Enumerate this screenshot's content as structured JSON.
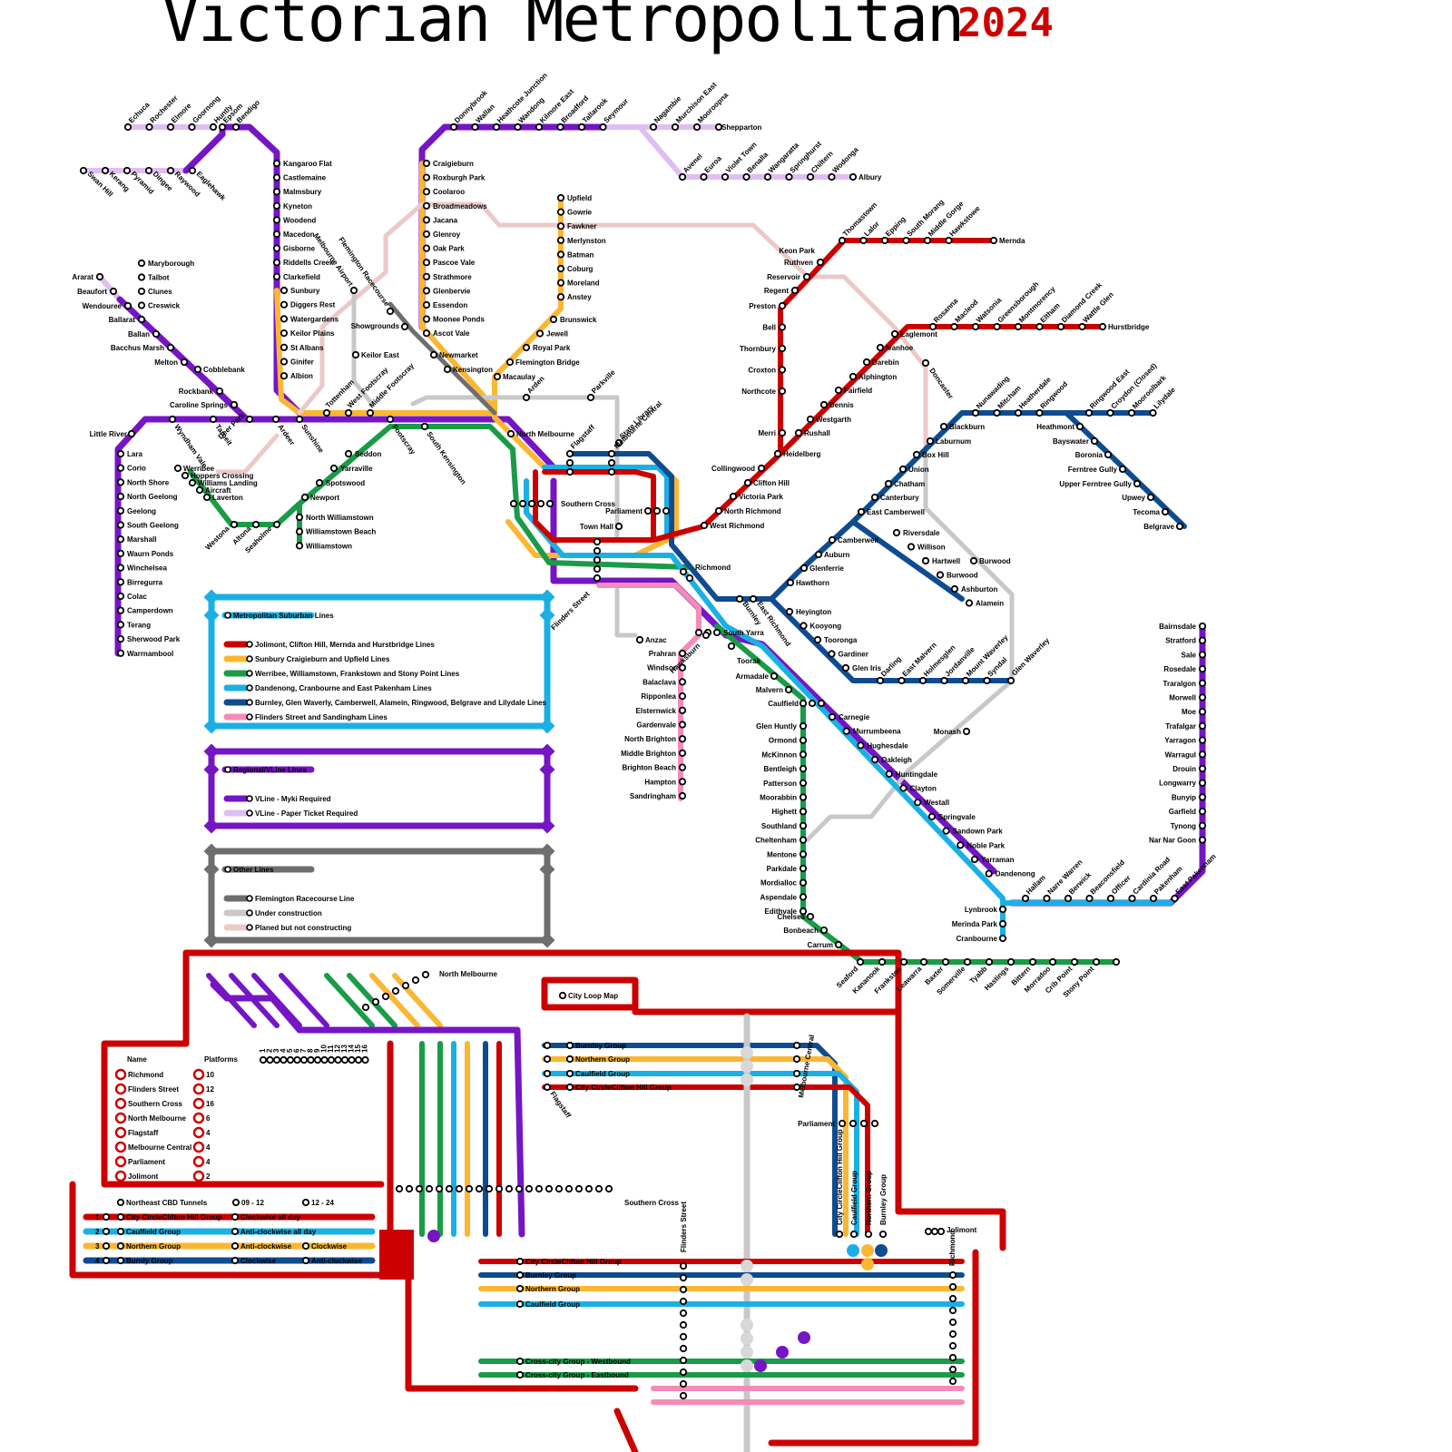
{
  "title": "Victorian Metropolitan",
  "year": "2024",
  "colors": {
    "red": "#cc0000",
    "yellow": "#fbb632",
    "green": "#1a9b47",
    "cyan": "#1bb0e3",
    "navy": "#0f4c8f",
    "pink": "#f48bb9",
    "purple": "#7515c4",
    "lilac": "#dfbff2",
    "grey": "#6e6e6e",
    "lightgrey": "#c8c8c8",
    "blush": "#ecc9c9"
  },
  "legend_metro": {
    "header": "Metropolitan Suburban Lines",
    "items": [
      {
        "label": "Jolimont, Clifton Hill, Mernda and Hurstbridge Lines",
        "color": "#cc0000"
      },
      {
        "label": "Sunbury Craigieburn and Upfield Lines",
        "color": "#fbb632"
      },
      {
        "label": "Werribee, Williamstown, Frankstown and Stony Point Lines",
        "color": "#1a9b47"
      },
      {
        "label": "Dandenong, Cranbourne and East Pakenham Lines",
        "color": "#1bb0e3"
      },
      {
        "label": "Burnley, Glen Waverly, Camberwell, Alamein, Ringwood, Belgrave and Lilydale Lines",
        "color": "#0f4c8f"
      },
      {
        "label": "Flinders Street and Sandingham Lines",
        "color": "#f48bb9"
      }
    ]
  },
  "legend_regional": {
    "header": "Regional/VLine Lines",
    "items": [
      {
        "label": "VLine - Myki Required",
        "color": "#7515c4"
      },
      {
        "label": "VLine - Paper Ticket Required",
        "color": "#dfbff2"
      }
    ]
  },
  "legend_other": {
    "header": "Other Lines",
    "items": [
      {
        "label": "Flemington Racecourse Line",
        "color": "#6e6e6e"
      },
      {
        "label": "Under construction",
        "color": "#c8c8c8"
      },
      {
        "label": "Planed but not constructing",
        "color": "#ecc9c9"
      }
    ]
  },
  "loop_map": {
    "title": "City Loop Map",
    "platforms_table": {
      "col_name": "Name",
      "col_platforms": "Platforms",
      "platform_numbers": [
        "1",
        "2",
        "3",
        "4",
        "5",
        "6",
        "7",
        "8",
        "9",
        "10",
        "11",
        "12",
        "13",
        "14",
        "15",
        "16"
      ],
      "rows": [
        {
          "name": "Richmond",
          "platforms": "10"
        },
        {
          "name": "Flinders Street",
          "platforms": "12"
        },
        {
          "name": "Southern Cross",
          "platforms": "16"
        },
        {
          "name": "North Melbourne",
          "platforms": "6"
        },
        {
          "name": "Flagstaff",
          "platforms": "4"
        },
        {
          "name": "Melbourne Central",
          "platforms": "4"
        },
        {
          "name": "Parliament",
          "platforms": "4"
        },
        {
          "name": "Jolimont",
          "platforms": "2"
        }
      ]
    },
    "tunnels_table": {
      "headers": [
        "Northeast CBD Tunnels",
        "09 - 12",
        "12 - 24"
      ],
      "rows": [
        {
          "num": "1",
          "group": "City CircleClifton Hill Group",
          "a": "Clockwise all day",
          "b": ""
        },
        {
          "num": "2",
          "group": "Caulfield Group",
          "a": "Anti-clockwise all day",
          "b": ""
        },
        {
          "num": "3",
          "group": "Northern Group",
          "a": "Anti-clockwise",
          "b": "Clockwise"
        },
        {
          "num": "4",
          "group": "Burnly Group",
          "a": "Clockwise",
          "b": "Anti-clockwise"
        }
      ]
    },
    "groups_legend": [
      "Burnley Group",
      "Northern Group",
      "Caulfield Group",
      "City CircleClifton Hill Group"
    ],
    "station_labels": {
      "north_melbourne": "North Melbourne",
      "flagstaff": "Flagstaff",
      "melbourne_central": "Melbourne Central",
      "parliament": "Parliament",
      "southern_cross": "Southern Cross",
      "flinders_street": "Flinders Street",
      "richmond": "Richmond",
      "jolimont": "Jolimont"
    },
    "vertical_labels": [
      "City CircleClifton Hill Group",
      "Caulfield Group",
      "Northern Group",
      "Burnley Group"
    ],
    "bottom_groups": [
      "City CircleClifton Hill Group",
      "Burnley Group",
      "Northern Group",
      "Caulfield Group",
      "Cross-city Group - Westbound",
      "Cross-city Group - Eastbound"
    ]
  },
  "stations": {
    "paper_north": [
      "Echuca",
      "Rochester",
      "Elmore",
      "Goornong",
      "Huntly"
    ],
    "bendigo": [
      "Epsom",
      "Bendigo"
    ],
    "swanhill": [
      "Swan Hill",
      "Kerang",
      "Pyramid",
      "Dingee",
      "Raywood",
      "Eaglehawk"
    ],
    "bendigo_line": [
      "Kangaroo Flat",
      "Castlemaine",
      "Malmsbury",
      "Kyneton",
      "Woodend",
      "Macedon",
      "Gisborne",
      "Riddells Creek",
      "Clarkefield"
    ],
    "sunbury": [
      "Sunbury",
      "Diggers Rest",
      "Watergardens",
      "Keilor Plains",
      "St Albans",
      "Ginifer",
      "Albion"
    ],
    "seymour": [
      "Donnybrook",
      "Wallan",
      "Heathcote Junction",
      "Wandong",
      "Kilmore East",
      "Broadford",
      "Tallarook",
      "Seymour"
    ],
    "shepparton": [
      "Nagambie",
      "Murchison East",
      "Mooroopna",
      "Shepparton"
    ],
    "albury": [
      "Avenel",
      "Euroa",
      "Violet Town",
      "Benalla",
      "Wangaratta",
      "Springhurst",
      "Chiltern",
      "Wodonga",
      "Albury"
    ],
    "craigieburn": [
      "Craigieburn",
      "Roxburgh Park",
      "Coolaroo",
      "Broadmeadows",
      "Jacana",
      "Glenroy",
      "Oak Park",
      "Pascoe Vale",
      "Strathmore",
      "Glenbervie",
      "Essendon",
      "Moonee Ponds",
      "Ascot Vale",
      "Newmarket",
      "Kensington"
    ],
    "upfield": [
      "Upfield",
      "Gowrie",
      "Fawkner",
      "Merlynston",
      "Batman",
      "Coburg",
      "Moreland",
      "Anstey",
      "Brunswick",
      "Jewell",
      "Royal Park",
      "Flemington Bridge",
      "Macaulay"
    ],
    "racecourse": [
      "Flemington Racecourse",
      "Showgrounds"
    ],
    "airport": [
      "Melbourne Airport",
      "Keilor East"
    ],
    "ballarat": [
      "Ararat",
      "Beaufort",
      "Wendouree",
      "Ballarat",
      "Ballan",
      "Bacchus Marsh",
      "Melton",
      "Cobblebank",
      "Rockbank",
      "Caroline Springs"
    ],
    "maryborough": [
      "Maryborough",
      "Talbot",
      "Clunes",
      "Creswick"
    ],
    "west": [
      "Tottenham",
      "West Footscray",
      "Middle Footscray",
      "Footscray",
      "South Kensington",
      "Sunshine",
      "Ardeer",
      "Deer Park",
      "Tarneit",
      "Wyndham Vale",
      "Little River"
    ],
    "geelong": [
      "Lara",
      "Corio",
      "North Shore",
      "North Geelong",
      "Geelong",
      "South Geelong",
      "Marshall",
      "Waurn Ponds",
      "Winchelsea",
      "Birregurra",
      "Colac",
      "Camperdown",
      "Terang",
      "Sherwood Park",
      "Warrnambool"
    ],
    "werribee": [
      "Werribee",
      "Hoppers Crossing",
      "Williams Landing",
      "Aircraft",
      "Laverton",
      "Westona",
      "Altona",
      "Seaholme"
    ],
    "williamstown": [
      "Seddon",
      "Yarraville",
      "Spotswood",
      "Newport",
      "North Williamstown",
      "Williamstown Beach",
      "Williamstown"
    ],
    "cbd": [
      "North Melbourne",
      "Flagstaff",
      "Melbourne Central",
      "State Library",
      "Arden",
      "Parkville",
      "Southern Cross",
      "Parliament",
      "Town Hall",
      "Flinders Street",
      "Richmond",
      "Anzac",
      "South Yarra"
    ],
    "mernda": [
      "Keon Park",
      "Thomastown",
      "Lalor",
      "Epping",
      "South Morang",
      "Middle Gorge",
      "Hawkstowe",
      "Mernda",
      "Ruthven",
      "Reservoir",
      "Regent",
      "Preston",
      "Bell",
      "Thornbury",
      "Croxton",
      "Northcote",
      "Merri",
      "Rushall",
      "Westgarth",
      "Dennis",
      "Fairfield",
      "Alphington",
      "Darebin",
      "Ivanhoe",
      "Eaglemont",
      "Heidelberg",
      "Clifton Hill",
      "Collingwood",
      "Victoria Park",
      "North Richmond",
      "West Richmond",
      "Jolimont"
    ],
    "hurstbridge": [
      "Rosanna",
      "Macleod",
      "Watsonia",
      "Greensborough",
      "Montmorency",
      "Eltham",
      "Diamond Creek",
      "Wattle Glen",
      "Hurstbridge"
    ],
    "lilydale": [
      "Nunawading",
      "Mitcham",
      "Heatherdale",
      "Ringwood",
      "Ringwood East",
      "Croydon (Closed)",
      "Mooroolbark",
      "Lilydale",
      "Blackburn",
      "Laburnum",
      "Box Hill",
      "Union",
      "Chatham",
      "Canterbury",
      "East Camberwell",
      "Camberwell",
      "Auburn",
      "Glenferrie",
      "Hawthorn",
      "Doncaster"
    ],
    "belgrave": [
      "Heathmont",
      "Bayswater",
      "Boronia",
      "Ferntree Gully",
      "Upper Ferntree Gully",
      "Upwey",
      "Tecoma",
      "Belgrave"
    ],
    "alamein": [
      "Riversdale",
      "Willison",
      "Hartwell",
      "Burwood",
      "Ashburton",
      "Alamein"
    ],
    "glenwaverley": [
      "Burnley",
      "East Richmond",
      "Heyington",
      "Kooyong",
      "Tooronga",
      "Gardiner",
      "Glen Iris",
      "Darling",
      "East Malvern",
      "Holmesglen",
      "Jordanville",
      "Mount Waverley",
      "Syndal",
      "Glen Waverley",
      "Monash"
    ],
    "sandringham": [
      "Prahran",
      "Windsor",
      "Balaclava",
      "Ripponlea",
      "Elsternwick",
      "Gardenvale",
      "North Brighton",
      "Middle Brighton",
      "Brighton Beach",
      "Hampton",
      "Sandringham"
    ],
    "frankston": [
      "Hawksburn",
      "Toorak",
      "Armadale",
      "Malvern",
      "Caulfield",
      "Glen Huntly",
      "Ormond",
      "McKinnon",
      "Bentleigh",
      "Patterson",
      "Moorabbin",
      "Highett",
      "Southland",
      "Cheltenham",
      "Mentone",
      "Parkdale",
      "Mordialloc",
      "Aspendale",
      "Edithvale",
      "Chelsea",
      "Bonbeach",
      "Carrum",
      "Seaford",
      "Kananook",
      "Frankston",
      "Leawarra",
      "Baxter",
      "Somerville",
      "Tyabb",
      "Hastings",
      "Bittern",
      "Morradoo",
      "Crib Point",
      "Stony Point"
    ],
    "dandenong": [
      "Carnegie",
      "Murrumbeena",
      "Hughesdale",
      "Oakleigh",
      "Huntingdale",
      "Clayton",
      "Westall",
      "Springvale",
      "Sandown Park",
      "Noble Park",
      "Yarraman",
      "Dandenong",
      "Hallam",
      "Narre Warren",
      "Berwick",
      "Beaconsfield",
      "Officer",
      "Cardinia Road",
      "Pakenham",
      "East Pakenham",
      "Lynbrook",
      "Merinda Park",
      "Cranbourne"
    ],
    "gippsland": [
      "Bairnsdale",
      "Stratford",
      "Sale",
      "Rosedale",
      "Traralgon",
      "Morwell",
      "Moe",
      "Trafalgar",
      "Yarragon",
      "Warragul",
      "Drouin",
      "Longwarry",
      "Bunyip",
      "Garfield",
      "Tynong",
      "Nar Nar Goon"
    ]
  }
}
